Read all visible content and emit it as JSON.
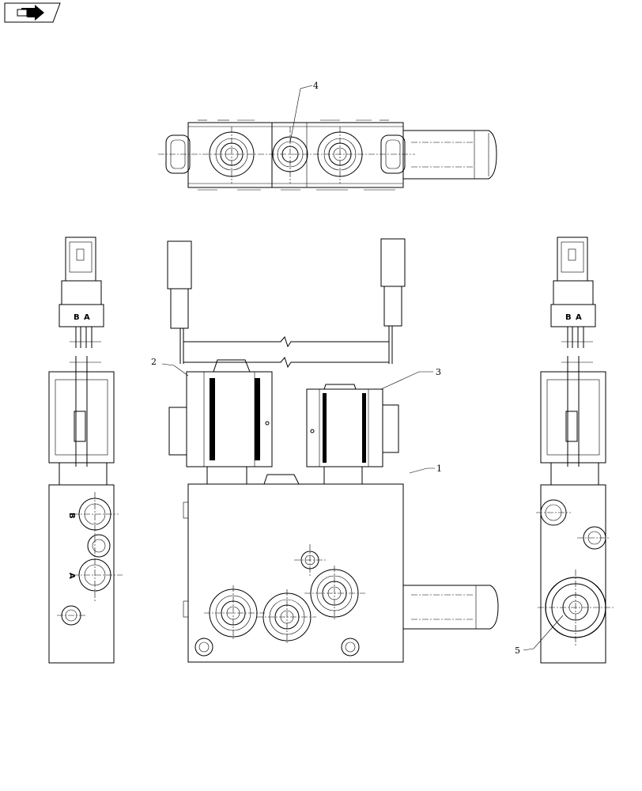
{
  "nav_icon": "page-arrow-icon",
  "callouts": {
    "c1": "1",
    "c2": "2",
    "c3": "3",
    "c4": "4",
    "c5": "5"
  },
  "ports": {
    "left_connector_b": "B",
    "left_connector_a": "A",
    "right_connector_b": "B",
    "right_connector_a": "A",
    "left_block_b": "B",
    "left_block_a": "A"
  }
}
